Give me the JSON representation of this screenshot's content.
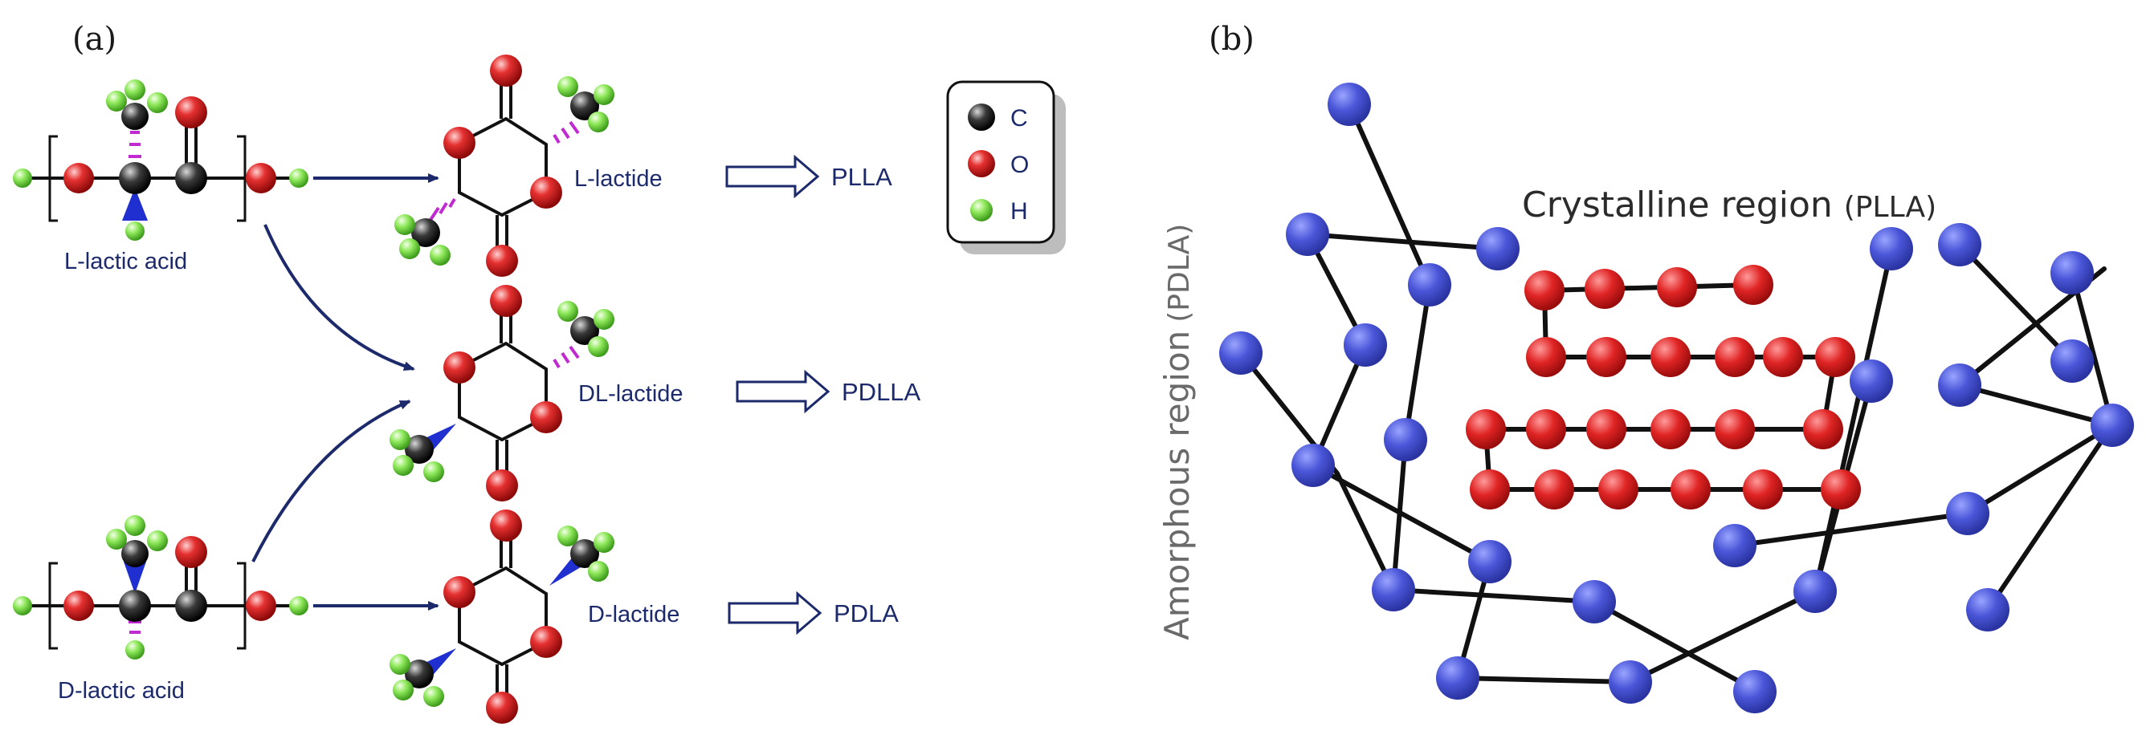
{
  "panel_a": {
    "label": "(a)",
    "legend": [
      {
        "atom": "carbon",
        "symbol": "C",
        "color": "#2a2a2a"
      },
      {
        "atom": "oxygen",
        "symbol": "O",
        "color": "#d42020"
      },
      {
        "atom": "hydrogen",
        "symbol": "H",
        "color": "#7be04a"
      }
    ],
    "molecules": {
      "l_lactic_acid": "L-lactic acid",
      "d_lactic_acid": "D-lactic acid",
      "l_lactide": "L-lactide",
      "dl_lactide": "DL-lactide",
      "d_lactide": "D-lactide"
    },
    "products": {
      "plla": "PLLA",
      "pdlla": "PDLLA",
      "pdla": "PDLA"
    }
  },
  "panel_b": {
    "label": "(b)",
    "crystalline_title": "Crystalline region",
    "crystalline_sub": "(PLLA)",
    "amorphous_title": "Amorphous region",
    "amorphous_sub": "(PDLA)",
    "colors": {
      "amorphous_bead": "#4a56d8",
      "crystalline_bead": "#e02424",
      "bond": "#111111"
    }
  },
  "colors": {
    "arrow": "#1c2a6b",
    "stereo_wedge": "#1f2fd0",
    "stereo_hash": "#c02ad0"
  }
}
